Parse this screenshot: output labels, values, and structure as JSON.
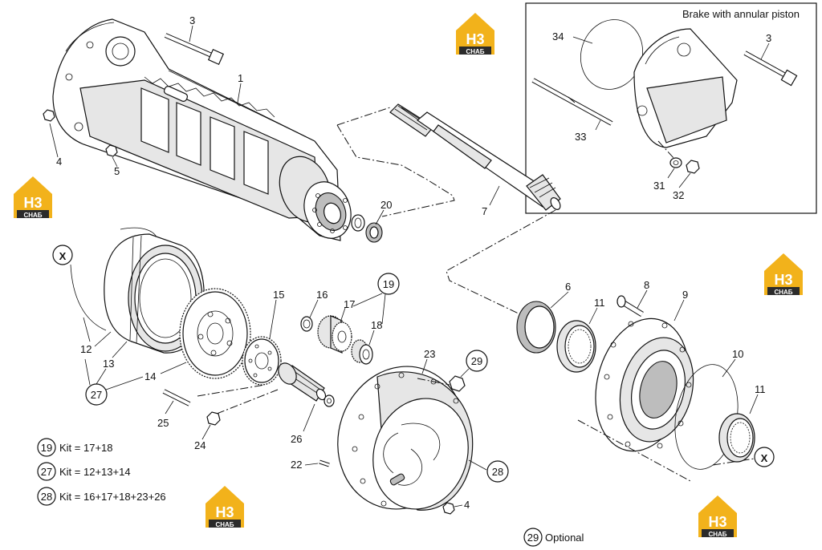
{
  "inset": {
    "title": "Brake with annular piston"
  },
  "callouts": {
    "c1": "1",
    "c3a": "3",
    "c3b": "3",
    "c4a": "4",
    "c4b": "4",
    "c5": "5",
    "c6": "6",
    "c7": "7",
    "c8": "8",
    "c9": "9",
    "c10": "10",
    "c11a": "11",
    "c11b": "11",
    "c12": "12",
    "c13": "13",
    "c14": "14",
    "c15": "15",
    "c16": "16",
    "c17": "17",
    "c18": "18",
    "c19": "19",
    "c20": "20",
    "c22": "22",
    "c23": "23",
    "c24": "24",
    "c25": "25",
    "c26": "26",
    "c27": "27",
    "c28": "28",
    "c29": "29",
    "c31": "31",
    "c32": "32",
    "c33": "33",
    "c34": "34"
  },
  "markers": {
    "x1": "X",
    "x2": "X"
  },
  "legend": [
    {
      "num": "19",
      "text": "Kit = 17+18"
    },
    {
      "num": "27",
      "text": "Kit = 12+13+14"
    },
    {
      "num": "28",
      "text": "Kit = 16+17+18+23+26"
    }
  ],
  "optional": {
    "num": "29",
    "text": "Optional"
  },
  "watermark": {
    "top": "H3",
    "bottom": "СНАБ"
  },
  "colors": {
    "logo": "#f2b21b",
    "logo_dark": "#2b2b2b"
  }
}
